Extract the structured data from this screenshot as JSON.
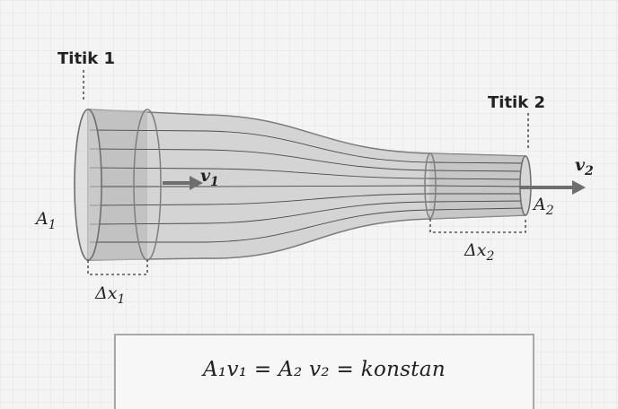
{
  "point1_label": "Titik 1",
  "point2_label": "Titik 2",
  "area1": {
    "base": "A",
    "sub": "1"
  },
  "area2": {
    "base": "A",
    "sub": "2"
  },
  "velocity1": {
    "base": "v",
    "sub": "1"
  },
  "velocity2": {
    "base": "v",
    "sub": "2"
  },
  "dx1": {
    "base": "Δx",
    "sub": "1"
  },
  "dx2": {
    "base": "Δx",
    "sub": "2"
  },
  "formula": "A₁v₁ = A₂ v₂ = konstan",
  "colors": {
    "pipe_fill": "#d2d2d2",
    "pipe_shaded": "#bdbdbd",
    "stroke": "#7a7a7a",
    "arrow": "#6e6e6e"
  }
}
